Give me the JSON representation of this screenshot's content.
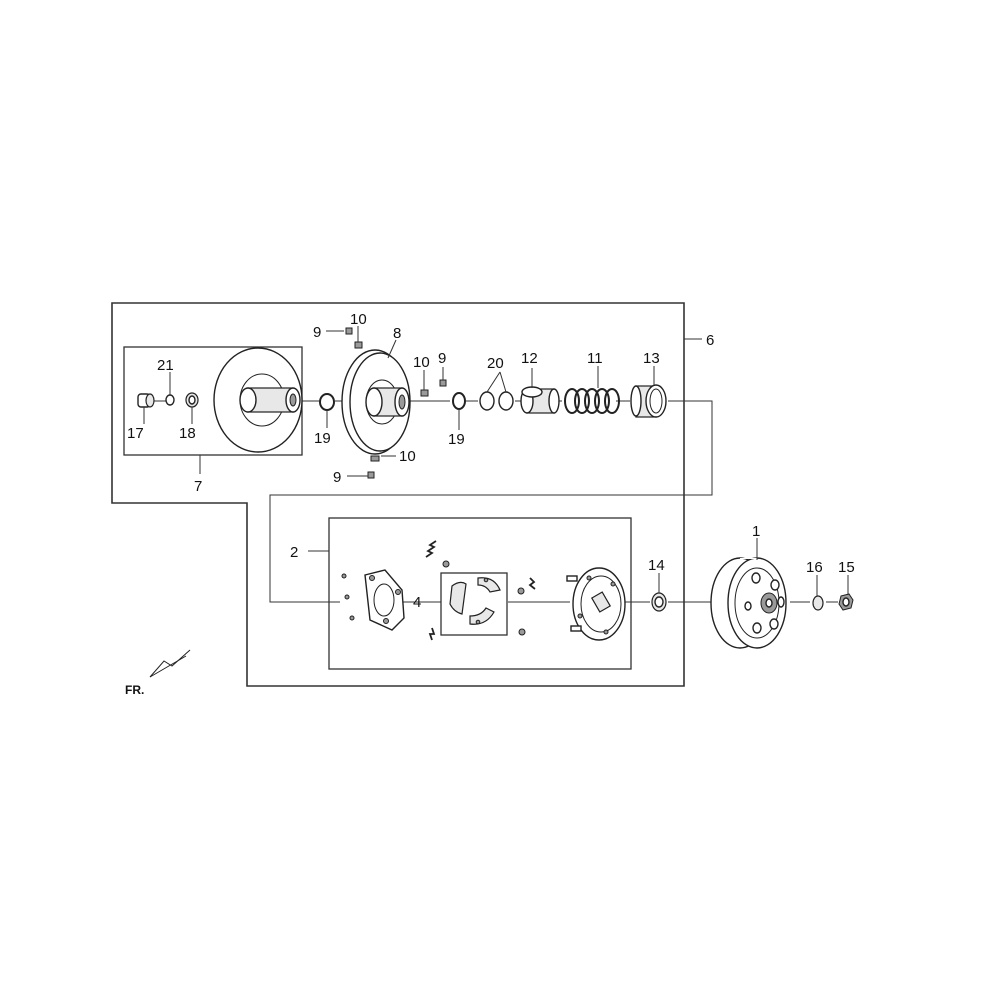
{
  "diagram": {
    "orientation_label": "FR.",
    "callouts": {
      "c1": "1",
      "c2": "2",
      "c4": "4",
      "c6": "6",
      "c7": "7",
      "c8": "8",
      "c9a": "9",
      "c9b": "9",
      "c9c": "9",
      "c10a": "10",
      "c10b": "10",
      "c10c": "10",
      "c11": "11",
      "c12": "12",
      "c13": "13",
      "c14": "14",
      "c15": "15",
      "c16": "16",
      "c17": "17",
      "c18": "18",
      "c19a": "19",
      "c19b": "19",
      "c20": "20",
      "c21": "21"
    }
  }
}
